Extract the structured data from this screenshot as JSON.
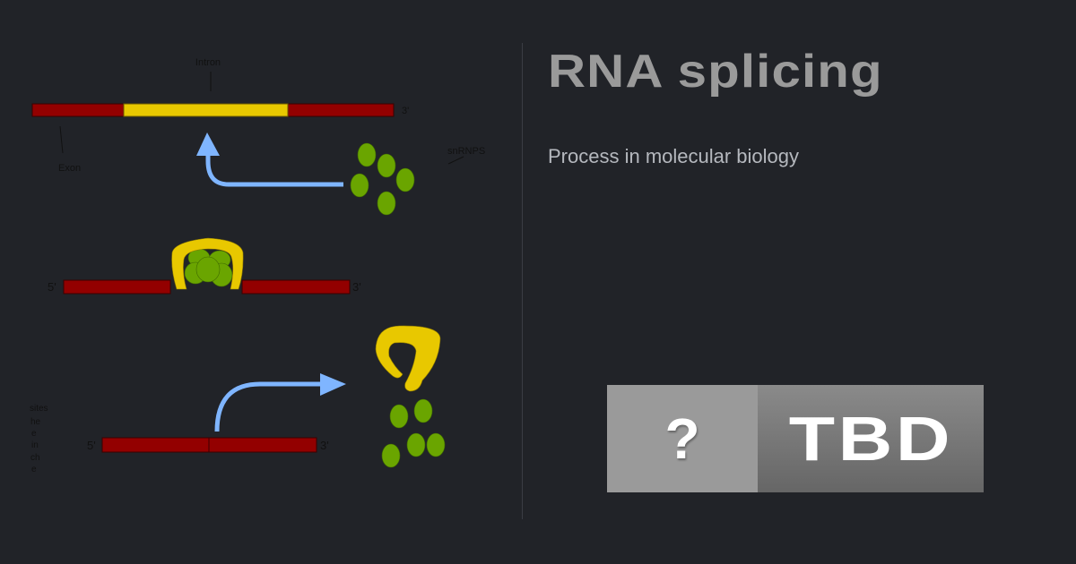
{
  "title": "RNA splicing",
  "subtitle": "Process in molecular biology",
  "badge": {
    "icon_text": "?",
    "label": "TBD"
  },
  "diagram": {
    "labels": {
      "intron": "Intron",
      "exon": "Exon",
      "snrnps": "snRNPS",
      "five_prime": "5'",
      "three_prime": "3'"
    },
    "cut_text": [
      "sites",
      "he",
      "e",
      "in",
      "ch",
      "e"
    ],
    "colors": {
      "exon": "#930000",
      "intron": "#e8c800",
      "snrnp": "#6aa500",
      "arrow": "#7fb5ff"
    }
  }
}
